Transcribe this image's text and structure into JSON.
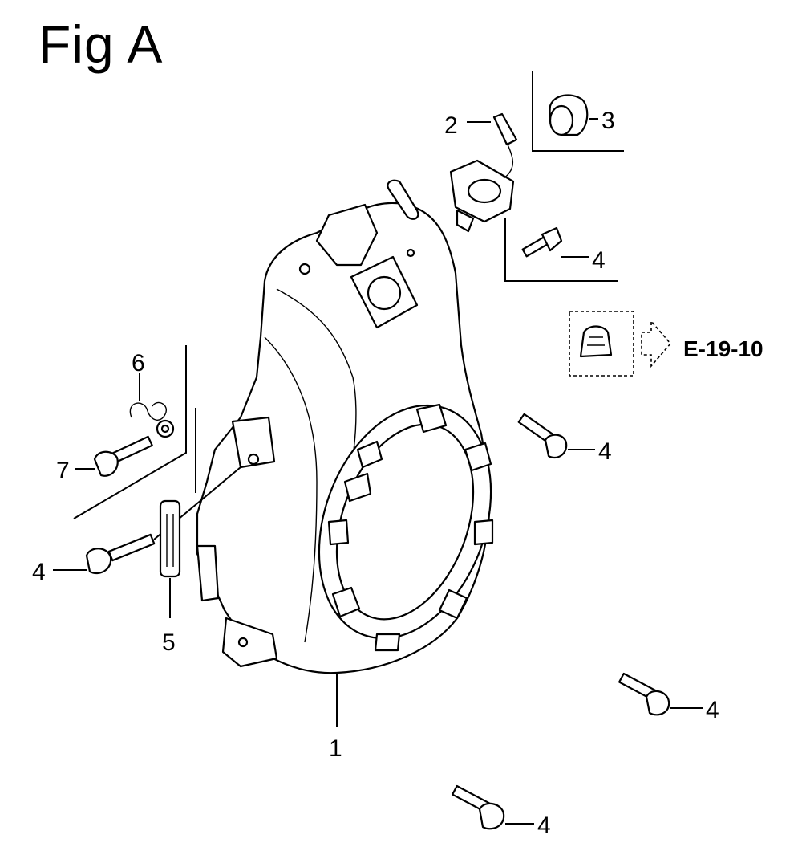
{
  "figure": {
    "title": "Fig A"
  },
  "callouts": {
    "c1": "1",
    "c2": "2",
    "c3": "3",
    "c4_top": "4",
    "c4_right": "4",
    "c4_left": "4",
    "c4_lower_right": "4",
    "c4_bottom": "4",
    "c5": "5",
    "c6": "6",
    "c7": "7"
  },
  "reference": {
    "label": "E-19-10"
  }
}
